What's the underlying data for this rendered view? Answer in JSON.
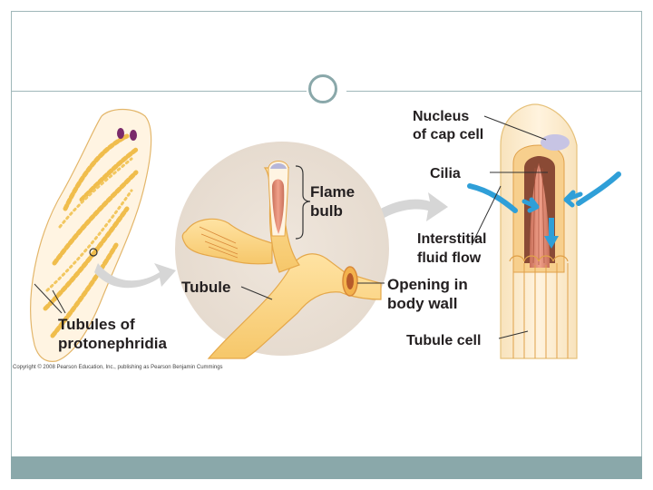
{
  "figure": {
    "labels": {
      "nucleus_line1": "Nucleus",
      "nucleus_line2": "of cap cell",
      "cilia": "Cilia",
      "flame_line1": "Flame",
      "flame_line2": "bulb",
      "interstitial_line1": "Interstitial",
      "interstitial_line2": "fluid flow",
      "tubule": "Tubule",
      "opening_line1": "Opening in",
      "opening_line2": "body wall",
      "tubules_of_line1": "Tubules of",
      "tubules_of_line2": "protonephridia",
      "tubule_cell": "Tubule cell"
    },
    "copyright": "Copyright © 2008 Pearson Education, Inc., publishing as Pearson Benjamin Cummings"
  }
}
